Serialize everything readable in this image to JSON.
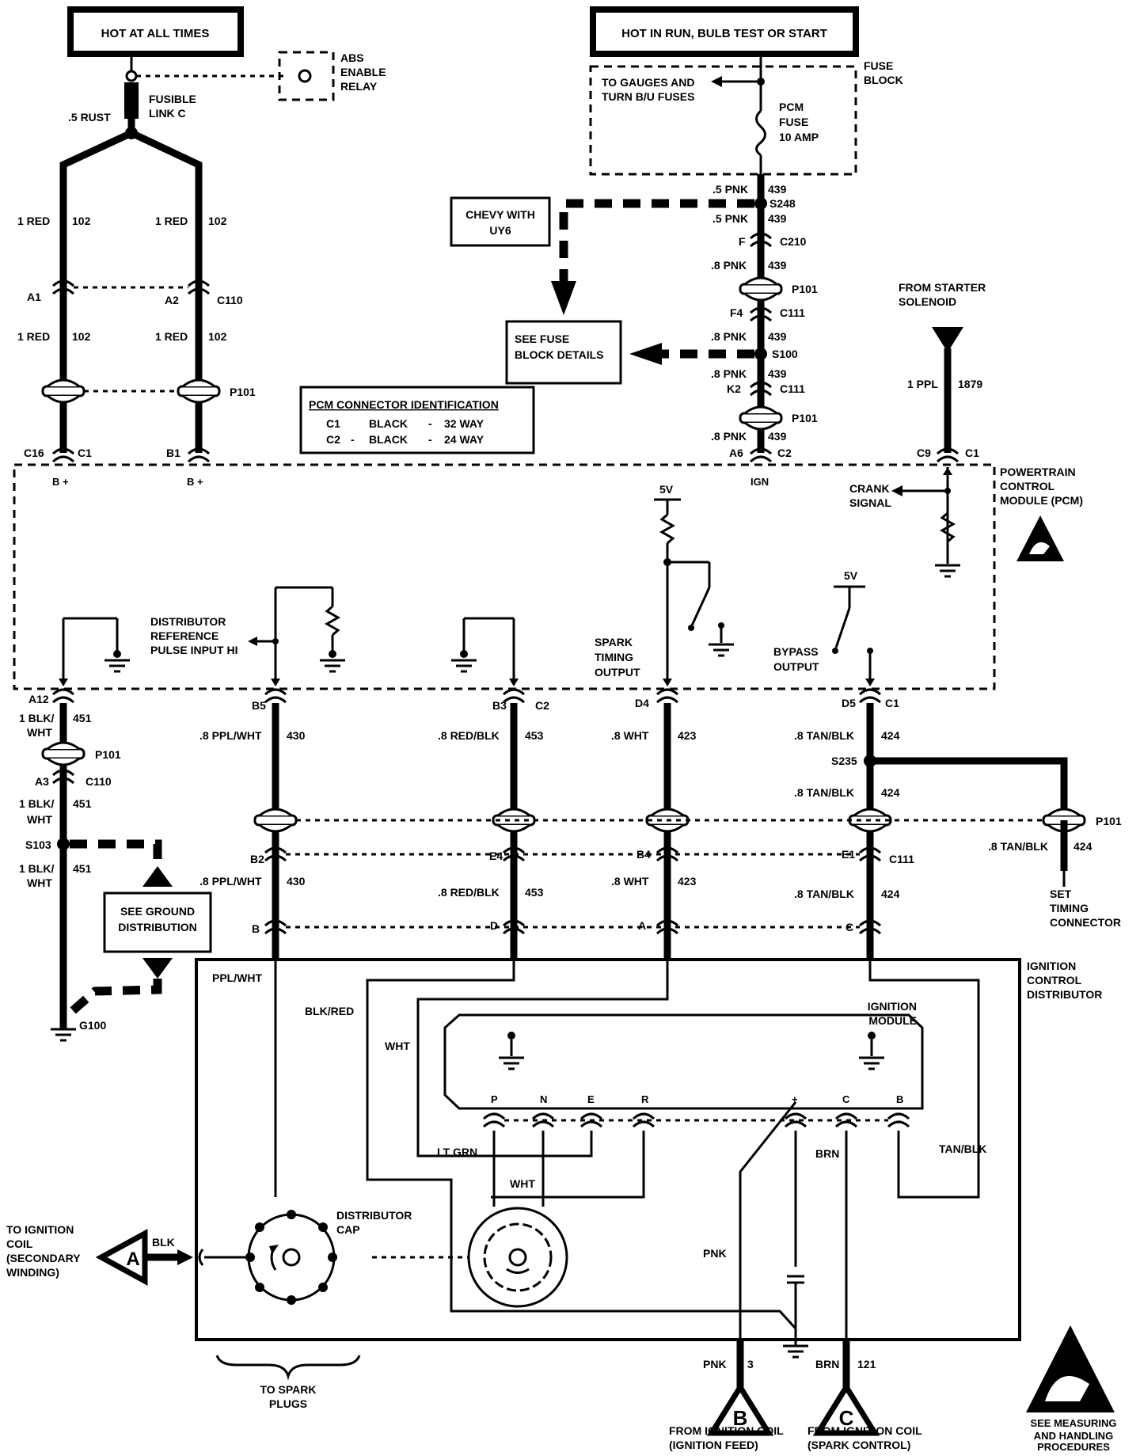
{
  "headers": {
    "hot_at_all_times": "HOT AT ALL TIMES",
    "hot_in_run": "HOT IN RUN, BULB TEST OR START"
  },
  "abs_relay": [
    "ABS",
    "ENABLE",
    "RELAY"
  ],
  "fuse_block": {
    "label": [
      "FUSE",
      "BLOCK"
    ],
    "to_gauges": [
      "TO GAUGES AND",
      "TURN B/U FUSES"
    ],
    "pcm_fuse": [
      "PCM",
      "FUSE",
      "10 AMP"
    ]
  },
  "fusible_link": {
    "wire": ".5 RUST",
    "name": [
      "FUSIBLE",
      "LINK C"
    ]
  },
  "left_wires": {
    "wire_a_color": "1 RED",
    "wire_a_circuit": "102",
    "wire_b_color": "1 RED",
    "wire_b_circuit": "102",
    "pin_a1": "A1",
    "pin_a2": "A2",
    "c110": "C110",
    "p101": "P101",
    "pin_c16": "C16",
    "c1": "C1",
    "pin_b1": "B1",
    "bplus": "B +"
  },
  "pcm_id": {
    "title": "PCM CONNECTOR IDENTIFICATION",
    "row1": [
      "C1",
      "BLACK",
      "-",
      "32 WAY"
    ],
    "row2": [
      "C2",
      "-",
      "BLACK",
      "-",
      "24 WAY"
    ]
  },
  "ign_chain": {
    "w1_color": ".5 PNK",
    "w1_circuit": "439",
    "splice1": "S248",
    "w2_color": ".5 PNK",
    "w2_circuit": "439",
    "pin_f": "F",
    "c210": "C210",
    "w3_color": ".8 PNK",
    "w3_circuit": "439",
    "p101a": "P101",
    "pin_f4": "F4",
    "c111a": "C111",
    "w4_color": ".8 PNK",
    "w4_circuit": "439",
    "splice2": "S100",
    "w5_color": ".8 PNK",
    "w5_circuit": "439",
    "pin_k2": "K2",
    "c111b": "C111",
    "p101b": "P101",
    "w6_color": ".8 PNK",
    "w6_circuit": "439",
    "pin_a6": "A6",
    "c2": "C2",
    "ign": "IGN"
  },
  "chevy_box": [
    "CHEVY WITH",
    "UY6"
  ],
  "fuse_details_box": [
    "SEE FUSE",
    "BLOCK DETAILS"
  ],
  "starter": {
    "label": [
      "FROM STARTER",
      "SOLENOID"
    ],
    "wire_color": "1 PPL",
    "circuit": "1879",
    "pin_c9": "C9",
    "c1": "C1"
  },
  "pcm": {
    "name": [
      "POWERTRAIN",
      "CONTROL",
      "MODULE (PCM)"
    ],
    "crank_signal": [
      "CRANK",
      "SIGNAL"
    ],
    "five_v_a": "5V",
    "five_v_b": "5V",
    "dist_ref": [
      "DISTRIBUTOR",
      "REFERENCE",
      "PULSE INPUT HI"
    ],
    "spark_timing": [
      "SPARK",
      "TIMING",
      "OUTPUT"
    ],
    "bypass": [
      "BYPASS",
      "OUTPUT"
    ]
  },
  "lower_pins": {
    "a12": "A12",
    "b5": "B5",
    "b3": "B3",
    "c2": "C2",
    "d4": "D4",
    "d5": "D5",
    "c1": "C1"
  },
  "gnd_wire": {
    "color_1a": "1 BLK/",
    "color_1b": "WHT",
    "circuit_1": "451",
    "p101": "P101",
    "pin_a3": "A3",
    "c110": "C110",
    "color_2a": "1 BLK/",
    "color_2b": "WHT",
    "circuit_2": "451",
    "splice": "S103",
    "color_3a": "1 BLK/",
    "color_3b": "WHT",
    "circuit_3": "451",
    "g100": "G100"
  },
  "ground_dist_box": [
    "SEE GROUND",
    "DISTRIBUTION"
  ],
  "wires_430": {
    "c1": ".8 PPL/WHT",
    "n1": "430",
    "pin": "B2",
    "c2": ".8 PPL/WHT",
    "n2": "430",
    "letter": "B"
  },
  "wires_453": {
    "c1": ".8 RED/BLK",
    "n1": "453",
    "pin": "E4",
    "c2": ".8 RED/BLK",
    "n2": "453",
    "letter": "D"
  },
  "wires_423": {
    "c1": ".8 WHT",
    "n1": "423",
    "pin": "B4",
    "c2": ".8 WHT",
    "n2": "423",
    "letter": "A"
  },
  "wires_424": {
    "c1": ".8 TAN/BLK",
    "n1": "424",
    "splice": "S235",
    "c2": ".8 TAN/BLK",
    "n2": "424",
    "pin": "E1",
    "c111": "C111",
    "c3": ".8 TAN/BLK",
    "n3": "424",
    "letter": "C"
  },
  "set_timing": {
    "p101": "P101",
    "wire_color": ".8 TAN/BLK",
    "circuit": "424",
    "label": [
      "SET",
      "TIMING",
      "CONNECTOR"
    ]
  },
  "distributor": {
    "name": [
      "IGNITION",
      "CONTROL",
      "DISTRIBUTOR"
    ],
    "module_name": [
      "IGNITION",
      "MODULE"
    ],
    "ppl_wht": "PPL/WHT",
    "blk_red": "BLK/RED",
    "wht": "WHT",
    "lt_grn": "LT GRN",
    "wht2": "WHT",
    "brn": "BRN",
    "tan_blk": "TAN/BLK",
    "pnk": "PNK",
    "pins": [
      "P",
      "N",
      "E",
      "R",
      "+",
      "C",
      "B"
    ],
    "cap": [
      "DISTRIBUTOR",
      "CAP"
    ]
  },
  "coil_secondary": {
    "letter": "A",
    "wire": "BLK",
    "label": [
      "TO IGNITION",
      "COIL",
      "(SECONDARY",
      "WINDING)"
    ]
  },
  "spark_plugs": [
    "TO SPARK",
    "PLUGS"
  ],
  "coil_feed": {
    "letter": "B",
    "wire": "PNK",
    "circuit": "3",
    "label": [
      "FROM IGNITION COIL",
      "(IGNITION FEED)"
    ]
  },
  "coil_control": {
    "letter": "C",
    "wire": "BRN",
    "circuit": "121",
    "label": [
      "FROM IGNITION COIL",
      "(SPARK CONTROL)"
    ]
  },
  "esd_note": [
    "SEE MEASURING",
    "AND HANDLING",
    "PROCEDURES"
  ]
}
